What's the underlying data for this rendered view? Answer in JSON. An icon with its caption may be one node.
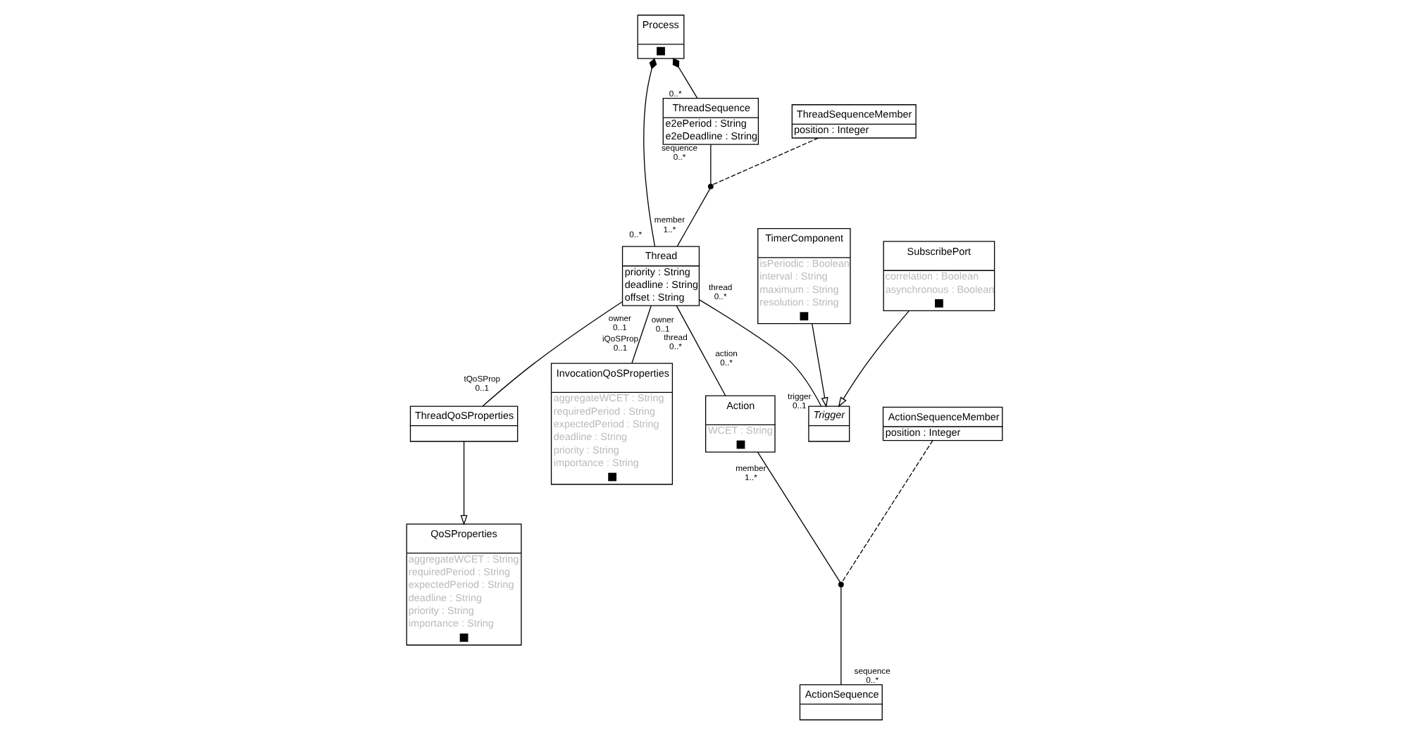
{
  "diagram": {
    "nodes": [
      {
        "text": [
          "Process"
        ]
      },
      {
        "text": [
          "Thread",
          "priority : String",
          "deadline : String",
          "offset : String"
        ],
        "beside": [
          "0..*",
          "member",
          "1..*",
          "owner",
          "0..1",
          "owner",
          "0..1",
          "thread",
          "0..*",
          "thread",
          "0..*"
        ]
      },
      {
        "text": [
          "ThreadSequence",
          "e2ePeriod : String",
          "e2eDeadline : String"
        ],
        "beside": [
          "0..*",
          "sequence",
          "0..*"
        ]
      },
      {
        "text": [],
        "shape": "circle"
      },
      {
        "text": [
          "ThreadSequenceMember",
          "position : Integer"
        ]
      },
      {
        "text": [
          "ThreadQoSProperties"
        ],
        "beside": [
          "tQoSProp",
          "0..1"
        ]
      },
      {
        "text": [
          "InvocationQoSProperties",
          "aggregateWCET : String",
          "requiredPeriod : String",
          "expectedPeriod : String",
          "deadline : String",
          "priority : String",
          "importance : String"
        ],
        "beside": [
          "iQoSProp",
          "0..1"
        ]
      },
      {
        "text": [
          "QoSProperties",
          "aggregateWCET : String",
          "requiredPeriod : String",
          "expectedPeriod : String",
          "deadline : String",
          "priority : String",
          "importance : String"
        ]
      },
      {
        "text": [
          "Trigger"
        ],
        "beside": [
          "trigger",
          "0..1"
        ]
      },
      {
        "text": [
          "Action",
          "WCET : String"
        ],
        "beside": [
          "action",
          "0..*",
          "member",
          "1..*"
        ]
      },
      {
        "text": [
          "TimerComponent",
          "isPeriodic : Boolean",
          "interval : String",
          "maximum : String",
          "resolution : String"
        ]
      },
      {
        "text": [
          "SubscribePort",
          "correlation : Boolean",
          "asynchronous : Boolean"
        ]
      },
      {
        "text": [
          "ActionSequenceMember",
          "position : Integer"
        ]
      },
      {
        "text": [],
        "shape": "circle"
      },
      {
        "text": [
          "ActionSequence"
        ],
        "beside": [
          "sequence",
          "0..*"
        ]
      }
    ],
    "edges": [
      {
        "from": 0,
        "to": 2,
        "arrow": "other"
      },
      {
        "from": 0,
        "to": 1,
        "arrow": "other"
      },
      {
        "from": 2,
        "to": 3,
        "arrow": "none"
      },
      {
        "from": 3,
        "to": 1,
        "arrow": "none"
      },
      {
        "from": 4,
        "to": 3,
        "arrow": "none",
        "style": "dashed"
      },
      {
        "from": 1,
        "to": 5,
        "arrow": "none"
      },
      {
        "from": 1,
        "to": 6,
        "arrow": "none"
      },
      {
        "from": 1,
        "to": 8,
        "arrow": "none"
      },
      {
        "from": 1,
        "to": 9,
        "arrow": "none"
      },
      {
        "from": 5,
        "to": 7,
        "arrow": "to"
      },
      {
        "from": 10,
        "to": 8,
        "arrow": "to"
      },
      {
        "from": 11,
        "to": 8,
        "arrow": "to"
      },
      {
        "from": 9,
        "to": 13,
        "arrow": "none"
      },
      {
        "from": 13,
        "to": 14,
        "arrow": "none"
      },
      {
        "from": 12,
        "to": 13,
        "arrow": "none",
        "style": "dashed"
      }
    ]
  }
}
